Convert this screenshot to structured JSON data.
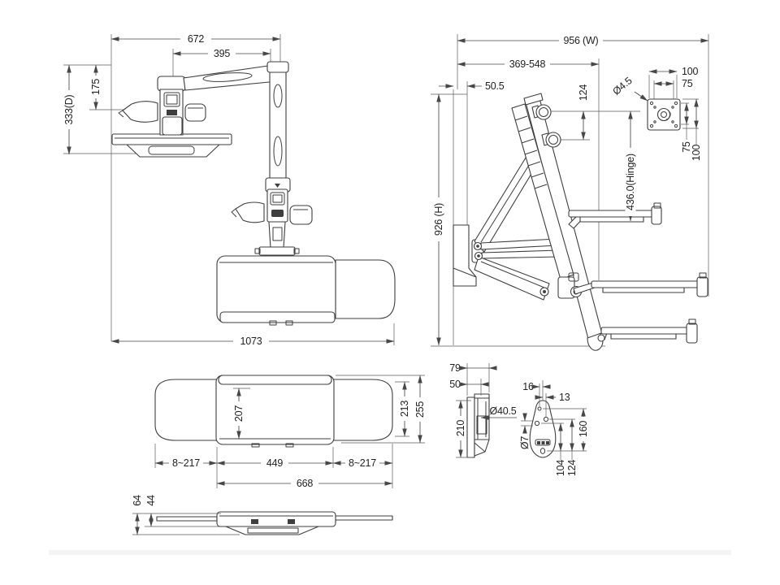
{
  "title": "Wall-mounted sit-stand workstation dimension drawing",
  "colors": {
    "background": "#ffffff",
    "line": "#3e3e3e",
    "dim_text": "#222222"
  },
  "views": {
    "front": {
      "label": "front-top-view",
      "dims": {
        "overall_width": "672",
        "arm_reach": "395",
        "upper_depth": "175",
        "depth": "333(D)",
        "overall_span": "1073"
      }
    },
    "side": {
      "label": "side-view",
      "dims": {
        "overall_width": "956 (W)",
        "extension_range": "369-548",
        "wall_offset": "50.5",
        "knob_spacing": "124",
        "overall_height": "926 (H)",
        "hinge_height": "436.0(Hinge)"
      },
      "vesa": {
        "hole_diameter": "Ø4.5",
        "width_100": "100",
        "width_75": "75",
        "height_75": "75",
        "height_100": "100"
      }
    },
    "tray_top": {
      "label": "keyboard-tray-top-view",
      "dims": {
        "tray_depth": "207",
        "panel_depth": "213",
        "total_depth": "255",
        "left_slide": "8~217",
        "tray_width": "449",
        "right_slide": "8~217",
        "overall_width": "668"
      }
    },
    "tray_side": {
      "label": "keyboard-tray-side-view",
      "dims": {
        "total_height": "64",
        "body_height": "44"
      }
    },
    "bracket": {
      "label": "wall-bracket-side-view",
      "dims": {
        "depth_total": "79",
        "depth_inner": "50",
        "height": "210",
        "pole_diameter": "Ø40.5"
      }
    },
    "plate": {
      "label": "wall-plate-view",
      "dims": {
        "offset_left": "16",
        "offset_right": "13",
        "hole_diameter": "Ø7",
        "span_160": "160",
        "span_104": "104",
        "span_124": "124"
      }
    }
  }
}
